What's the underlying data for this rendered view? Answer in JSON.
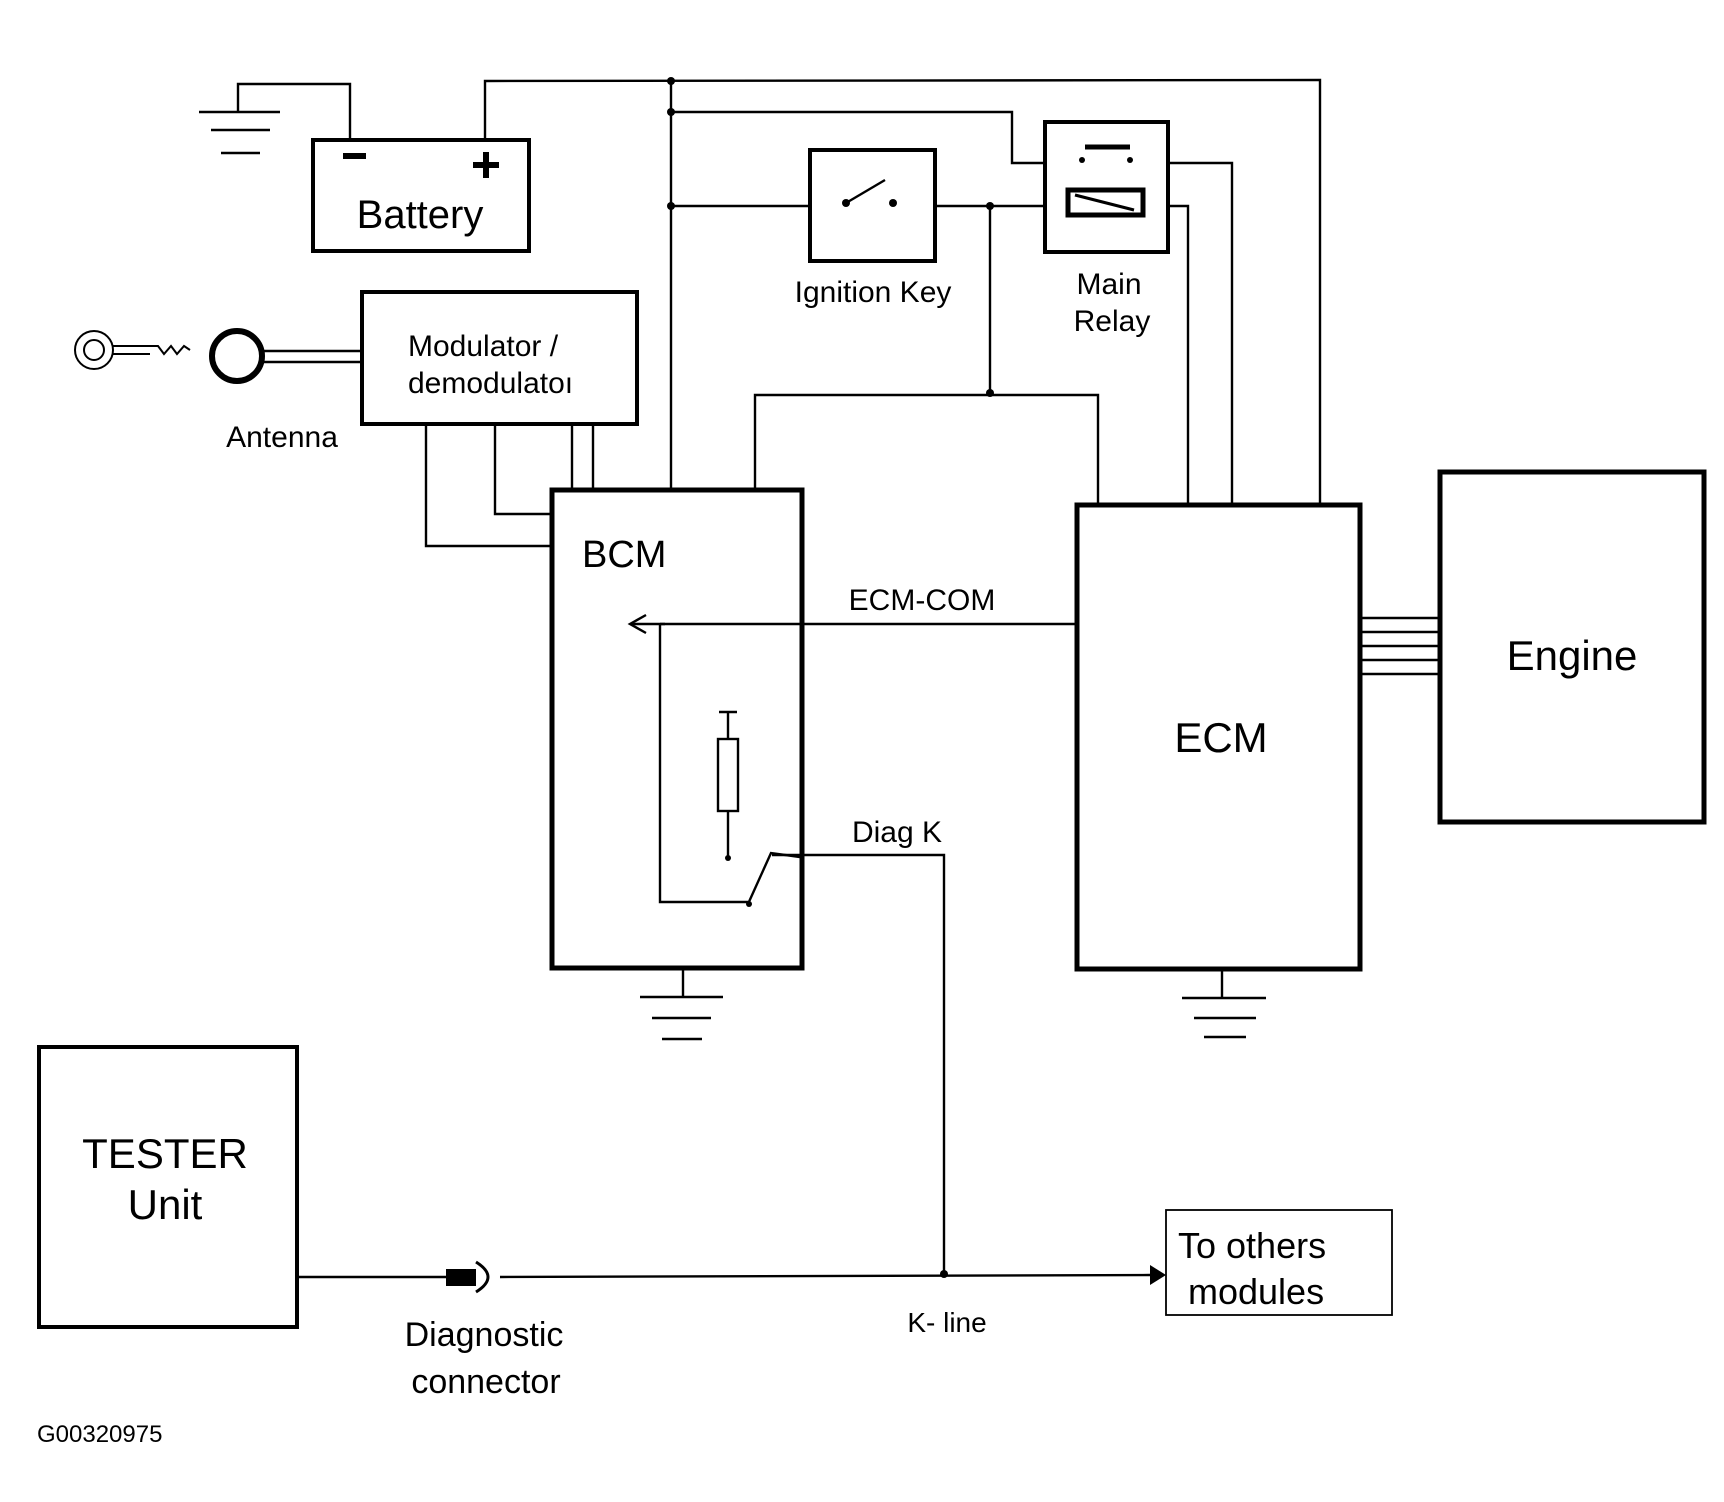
{
  "labels": {
    "battery": "Battery",
    "battery_minus": "−",
    "battery_plus": "+",
    "ignition_key": "Ignition Key",
    "main_relay_line1": "Main",
    "main_relay_line2": "Relay",
    "modulator_line1": "Modulator /",
    "modulator_line2": "demodulatoı",
    "antenna": "Antenna",
    "bcm": "BCM",
    "ecm": "ECM",
    "engine": "Engine",
    "ecm_com": "ECM-COM",
    "diag_k": "Diag K",
    "tester_line1": "TESTER",
    "tester_line2": "Unit",
    "diagnostic_line1": "Diagnostic",
    "diagnostic_line2": "connector",
    "k_line": "K- line",
    "to_others_line1": "To others",
    "to_others_line2": " modules",
    "figure_id": "G00320975"
  },
  "icons": {
    "key": "key-icon",
    "antenna": "antenna-coil-icon",
    "ground": "ground-symbol-icon",
    "switch": "switch-icon",
    "relay_coil": "relay-coil-icon",
    "connector": "diagnostic-connector-icon"
  }
}
